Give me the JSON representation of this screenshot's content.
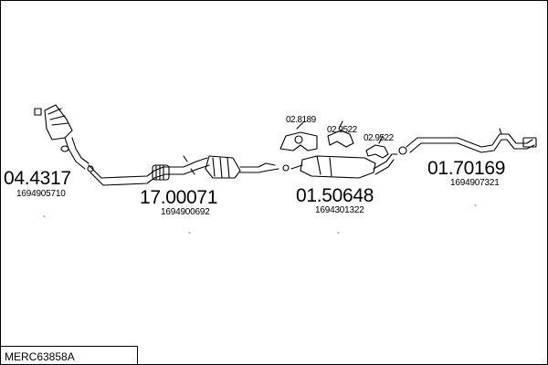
{
  "diagram": {
    "parts": [
      {
        "number": "04.4317",
        "ref": "1694905710"
      },
      {
        "number": "17.00071",
        "ref": "1694900692"
      },
      {
        "number": "01.50648",
        "ref": "1694301322"
      },
      {
        "number": "01.70169",
        "ref": "1694907321"
      }
    ],
    "mounts": [
      {
        "number": "02.8189"
      },
      {
        "number": "02.9522"
      },
      {
        "number": "02.9522"
      }
    ]
  },
  "footer": {
    "code": "MERC63858A"
  }
}
